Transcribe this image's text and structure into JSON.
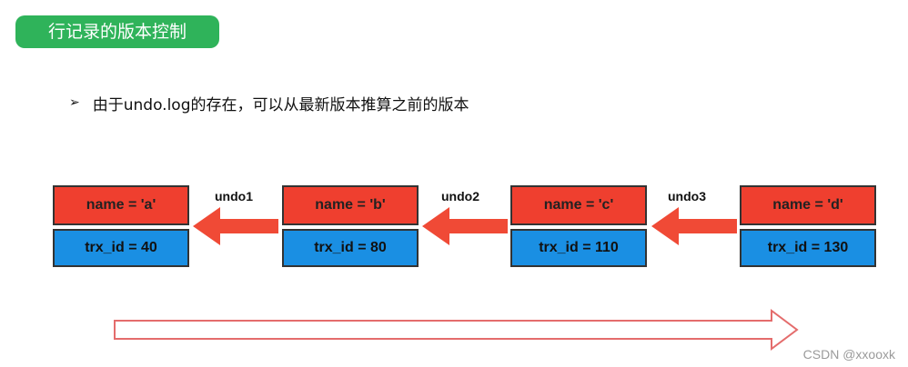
{
  "header": {
    "title": "行记录的版本控制"
  },
  "bullet": {
    "glyph": "➢",
    "text": "由于undo.log的存在，可以从最新版本推算之前的版本"
  },
  "records": [
    {
      "name": "name = 'a'",
      "trx": "trx_id = 40"
    },
    {
      "name": "name = 'b'",
      "trx": "trx_id = 80"
    },
    {
      "name": "name = 'c'",
      "trx": "trx_id = 110"
    },
    {
      "name": "name = 'd'",
      "trx": "trx_id = 130"
    }
  ],
  "undo_labels": [
    "undo1",
    "undo2",
    "undo3"
  ],
  "colors": {
    "title_bg": "#2fb35a",
    "name_cell": "#ef3f2f",
    "trx_cell": "#1a8fe3",
    "undo_arrow": "#f04a36",
    "timeline_arrow": "#e46c6c"
  },
  "watermark": "CSDN @xxooxk"
}
